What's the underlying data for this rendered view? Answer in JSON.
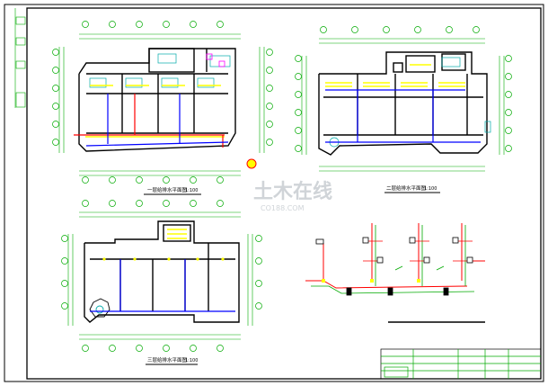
{
  "drawing": {
    "plan1_title": "一层给排水平面图",
    "plan1_scale": "1:100",
    "plan2_title": "二层给排水平面图",
    "plan2_scale": "1:100",
    "plan3_title": "三层给排水平面图",
    "plan3_scale": "1:100"
  },
  "watermark": {
    "cn": "土木在线",
    "en": "CO188.COM"
  },
  "colors": {
    "background": "#ffffff",
    "border": "#000000",
    "walls": "#000000",
    "dimension": "#00aa00",
    "grid_bubble": "#00aa00",
    "water_supply": "#ff0000",
    "hot_water": "#ffff00",
    "drain": "#0000ff",
    "fixture": "#00aaaa",
    "annotation": "#ffffff",
    "magenta": "#ff00ff",
    "watermark": "#c8cdd2"
  }
}
